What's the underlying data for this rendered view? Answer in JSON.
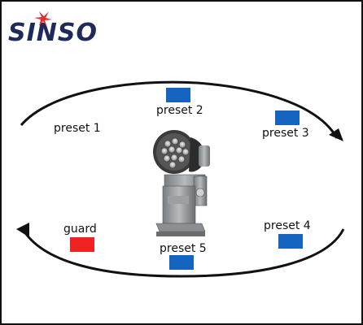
{
  "logo": {
    "text": "SINSO",
    "color": "#1e2a5a",
    "accent": "#e03030"
  },
  "device": {
    "icon": "searchlight-pan-tilt-icon"
  },
  "presets": [
    {
      "id": "preset1",
      "label": "preset 1"
    },
    {
      "id": "preset2",
      "label": "preset 2",
      "color": "#1565c0"
    },
    {
      "id": "preset3",
      "label": "preset 3",
      "color": "#1565c0"
    },
    {
      "id": "preset4",
      "label": "preset 4",
      "color": "#1565c0"
    },
    {
      "id": "preset5",
      "label": "preset 5",
      "color": "#1565c0"
    }
  ],
  "guard": {
    "label": "guard",
    "color": "#ee2222"
  },
  "arrows": {
    "color": "#111111",
    "direction": "clockwise"
  }
}
